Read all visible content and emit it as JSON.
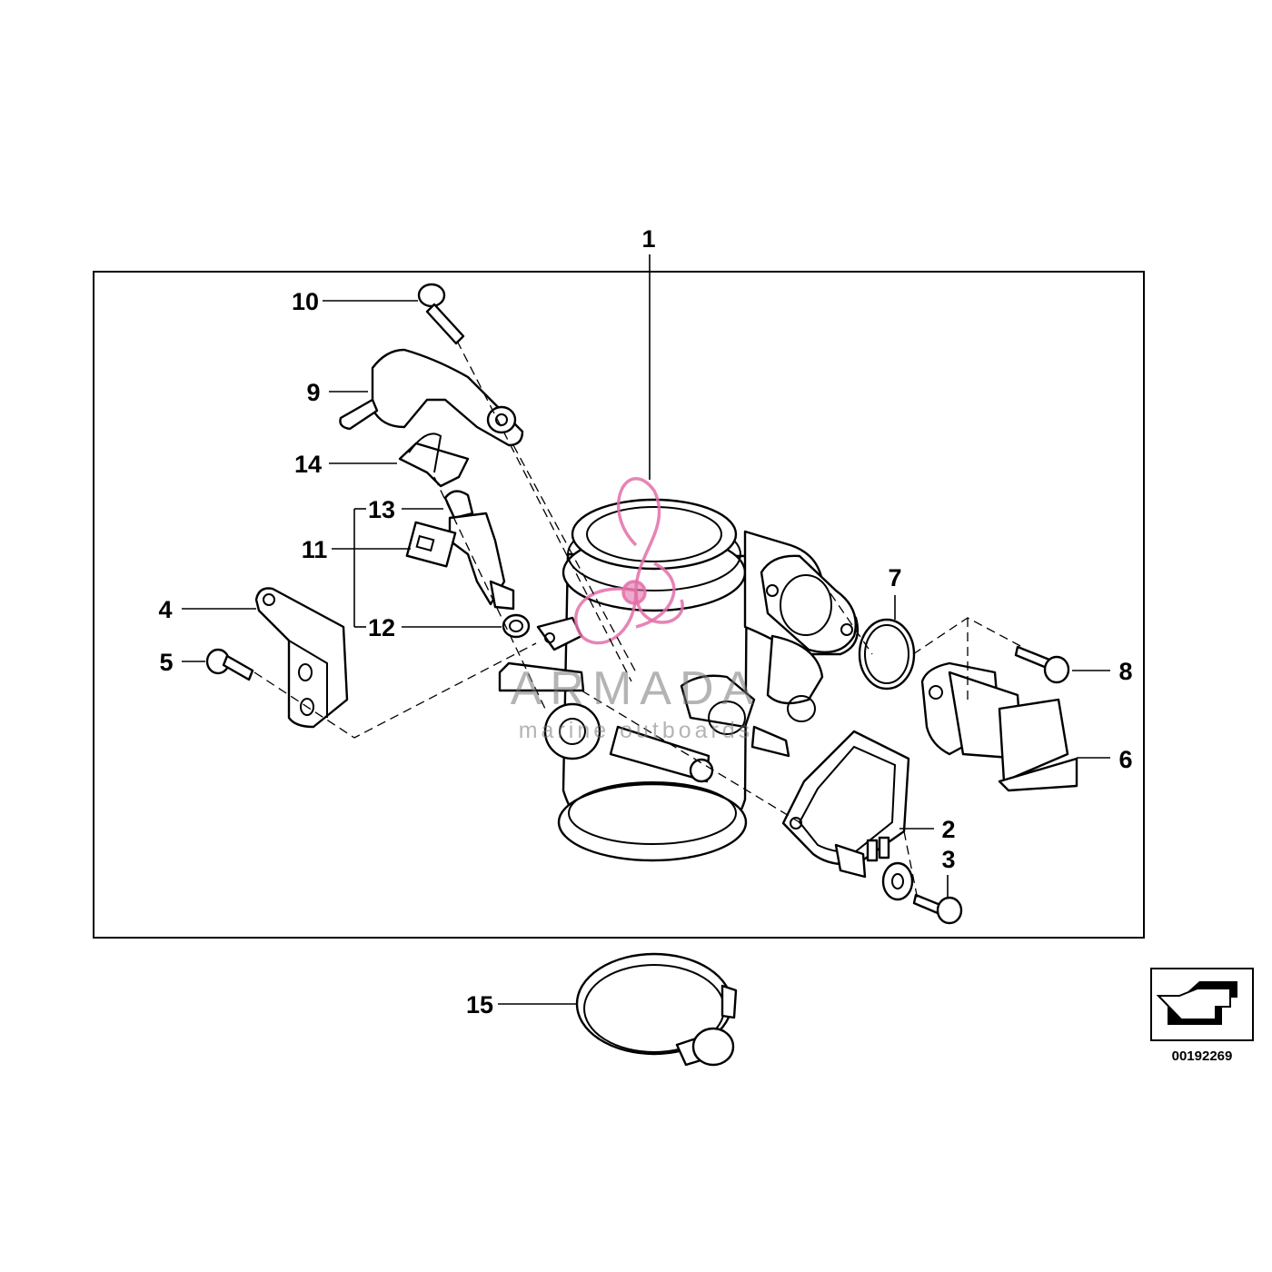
{
  "diagram": {
    "callouts": [
      "1",
      "2",
      "3",
      "4",
      "5",
      "6",
      "7",
      "8",
      "9",
      "10",
      "11",
      "12",
      "13",
      "14",
      "15"
    ],
    "reference_code": "00192269",
    "watermark": {
      "brand": "ARMADA",
      "tagline": "marine outboards"
    }
  }
}
